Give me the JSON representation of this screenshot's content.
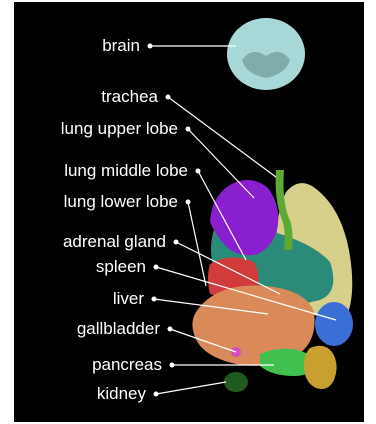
{
  "labels": {
    "brain": "brain",
    "trachea": "trachea",
    "lung_upper_lobe": "lung upper lobe",
    "lung_middle_lobe": "lung middle lobe",
    "lung_lower_lobe": "lung lower lobe",
    "adrenal_gland": "adrenal gland",
    "spleen": "spleen",
    "liver": "liver",
    "gallbladder": "gallbladder",
    "pancreas": "pancreas",
    "kidney": "kidney"
  },
  "colors": {
    "background": "#000000",
    "label_text": "#ffffff",
    "leader_line": "#ffffff",
    "brain": "#a9d8d8",
    "trachea": "#5fa832",
    "lung_upper_lobe": "#8a1fd0",
    "lung_middle_lobe": "#d6d08a",
    "lung_lower_lobe": "#2a8c78",
    "adrenal_gland": "#b8a070",
    "spleen": "#3b6fd6",
    "liver": "#d98a58",
    "gallbladder": "#d64ac0",
    "pancreas": "#3fc04f",
    "kidney": "#c9a030"
  }
}
